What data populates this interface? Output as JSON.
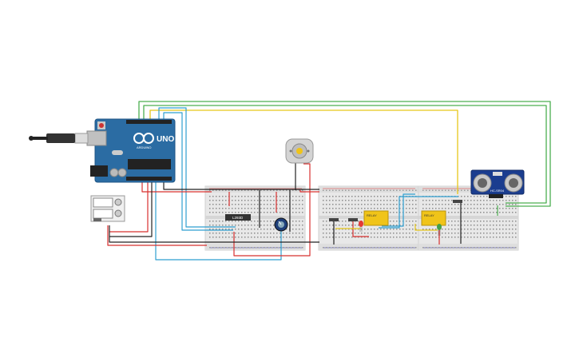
{
  "canvas": {
    "background": "#ffffff"
  },
  "colors": {
    "wire_green": "#4caf50",
    "wire_yellow": "#e6c619",
    "wire_blue": "#2f9fd0",
    "wire_red": "#d8302f",
    "wire_black": "#222222",
    "board_blue": "#2b6ca3",
    "breadboard": "#e9e9e9"
  },
  "arduino": {
    "model_label": "UNO",
    "brand_label": "ARDUINO"
  },
  "ic_chip": {
    "label": "L293D"
  },
  "ultrasonic_sensor": {
    "label": "HC-SR04"
  },
  "relays": [
    {
      "label": "RELAY"
    },
    {
      "label": "RELAY"
    }
  ],
  "components": {
    "dc_motor": "motor",
    "potentiometer": "potentiometer",
    "battery_pack": "battery",
    "led_red": "led",
    "led_green": "led"
  }
}
